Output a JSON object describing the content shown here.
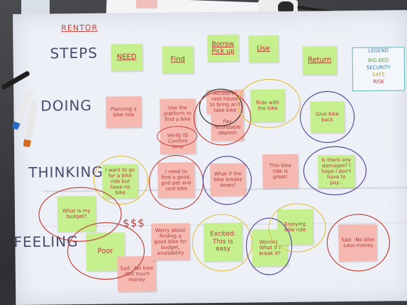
{
  "title": "RENTOR",
  "rows": {
    "steps": "STEPS",
    "doing": "DOING",
    "thinking": "THINKING",
    "feeling": "FEELING"
  },
  "steps": [
    "NEED",
    "Find",
    "Borrow\nPick up",
    "Use",
    "Return"
  ],
  "legend": {
    "title": "LEGEND",
    "lines": [
      "BIG BED",
      "SECURITY",
      "SAFE",
      "RISK"
    ]
  },
  "doing": {
    "planning": "Planning a bike ride",
    "use_platform": "Use the platform to find a bike",
    "verify": "Verify ID",
    "confirm": "Confirm time",
    "access": "Access to rent house to bring and take bike",
    "pay": "Pay refundable deposit",
    "ride": "Ride with the bike",
    "give_back": "Give bike back"
  },
  "thinking": {
    "want": "I want to go for a bike ride but have no bike",
    "budget": "What is my budget?",
    "need_to_find": "I need to find a good, gnd pat and cool bike",
    "what_if": "What if the bike breaks down?",
    "great": "This bike ride is great!",
    "damages": "Is there any damages? I hope I don't have to pay..."
  },
  "feeling": {
    "dollars": "$$$",
    "poor": "Poor",
    "sad": "Sad: -No bike -Not much money",
    "worry": "Worry about finding a good bike for budget, availability",
    "excited": "Excited: This is easy",
    "worried": "Worried: What if I break it?",
    "enjoying": "Enjoying bike ride",
    "sad2": "Sad: -No bike -Less money"
  },
  "colors": {
    "green_note": "#c6ef8e",
    "pink_note": "#f6b9b2",
    "marker": "#4a4a6a",
    "red_ink": "#b23b3b"
  }
}
